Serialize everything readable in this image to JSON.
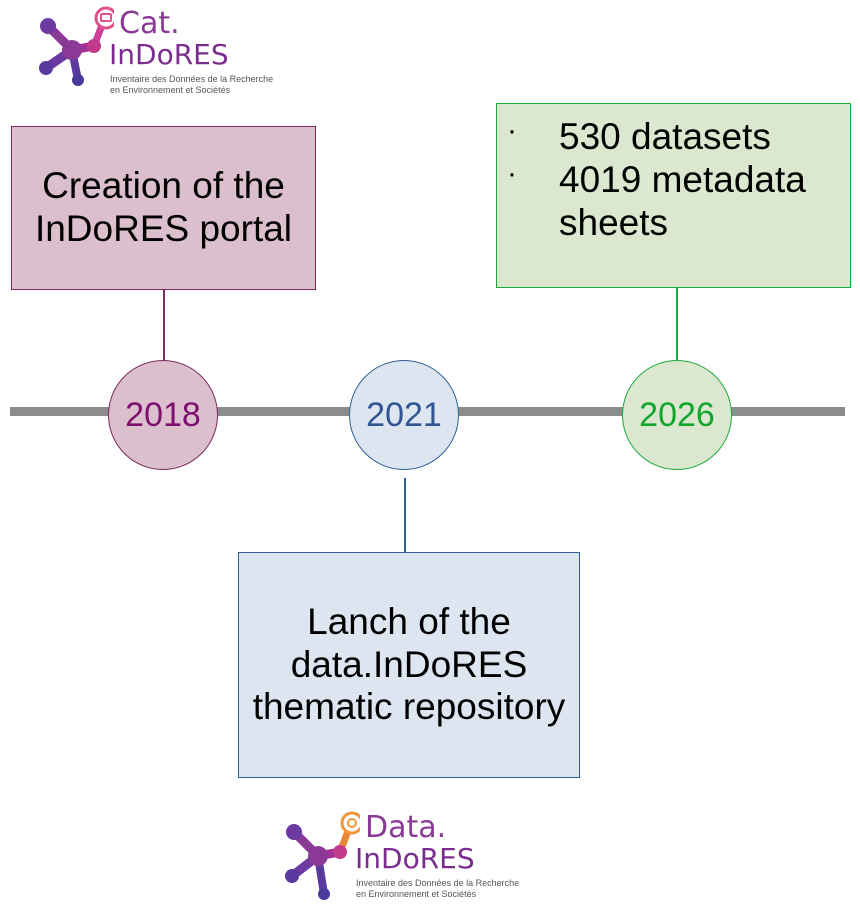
{
  "logos": {
    "cat": {
      "prefix": "Cat.",
      "name": "InDoRES",
      "tagline_1": "Inventaire des Données de la Recherche",
      "tagline_2": "en Environnement et Sociétés"
    },
    "data": {
      "prefix": "Data.",
      "name": "InDoRES",
      "tagline_1": "Inventaire des Données de la Recherche",
      "tagline_2": "en Environnement et Sociétés"
    }
  },
  "timeline": {
    "events": [
      {
        "year": "2018",
        "text": "Creation of the InDoRES portal",
        "color": "#7d0f6e",
        "fill": "#dcbfcd"
      },
      {
        "year": "2021",
        "text": "Lanch of the data.InDoRES thematic repository",
        "color": "#2f5592",
        "fill": "#dce5f0"
      },
      {
        "year": "2026",
        "bullets": [
          "530 datasets",
          "4019 metadata sheets"
        ],
        "bullet_symbol": "·",
        "color": "#12a62e",
        "fill": "#dbe8cf"
      }
    ]
  }
}
